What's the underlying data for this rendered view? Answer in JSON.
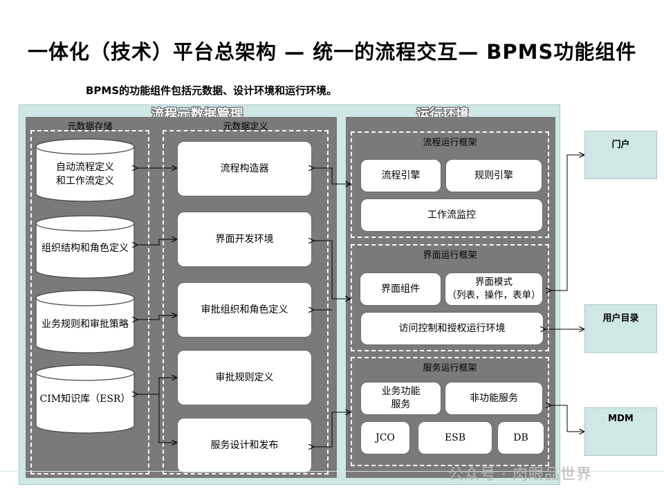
{
  "title": "一体化（技术）平台总架构 — 统一的流程交互— BPMS功能组件",
  "subtitle": "BPMS的功能组件包括元数据、设计环境和运行环境。",
  "left_header": "流程元数据管理",
  "right_header": "运行环境",
  "storage": {
    "label": "元数据存储",
    "items": [
      "自动流程定义\n和工作流定义",
      "组织结构和角色定义",
      "业务规则和审批策略",
      "CIM知识库（ESR）"
    ]
  },
  "definition": {
    "label": "元数据定义",
    "items": [
      "流程构造器",
      "界面开发环境",
      "审批组织和角色定义",
      "审批规则定义",
      "服务设计和发布"
    ]
  },
  "process_framework": {
    "label": "流程运行框架",
    "items": [
      "流程引擎",
      "规则引擎",
      "工作流监控"
    ]
  },
  "ui_framework": {
    "label": "界面运行框架",
    "items": [
      "界面组件",
      "界面模式\n（列表，操作，表单）",
      "访问控制和授权运行环境"
    ]
  },
  "service_framework": {
    "label": "服务运行框架",
    "items": [
      "业务功能\n服务",
      "非功能服务",
      "JCO",
      "ESB",
      "DB"
    ]
  },
  "side_boxes": [
    "门户",
    "用户目录",
    "MDM"
  ],
  "watermark": "公众号 · 肉眼品世界",
  "colors": {
    "panel": "#cfe8e6",
    "gray": "#7a7a7a",
    "box": "#ffffff"
  }
}
